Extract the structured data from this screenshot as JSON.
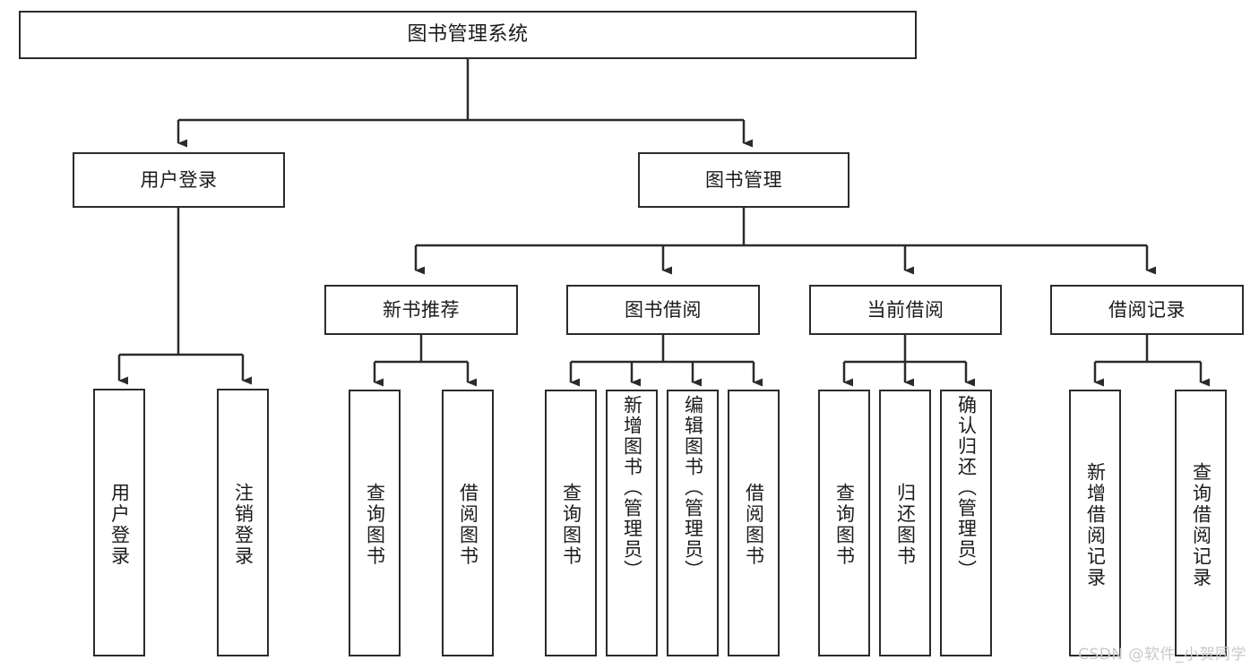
{
  "diagram": {
    "type": "tree-hierarchy",
    "title": "图书管理系统",
    "watermark": "CSDN @软件_小贺同学",
    "colors": {
      "stroke": "#2b2b2b",
      "fill": "#ffffff",
      "text": "#1b1b1b",
      "watermark": "#c9c9c9"
    },
    "nodes": {
      "root": {
        "label": "图书管理系统",
        "level": 1,
        "orientation": "horizontal"
      },
      "level2": [
        {
          "id": "user-login",
          "label": "用户登录",
          "orientation": "horizontal"
        },
        {
          "id": "book-management",
          "label": "图书管理",
          "orientation": "horizontal"
        }
      ],
      "level3": [
        {
          "id": "new-book-recommend",
          "label": "新书推荐",
          "orientation": "horizontal"
        },
        {
          "id": "book-borrow",
          "label": "图书借阅",
          "orientation": "horizontal"
        },
        {
          "id": "current-borrow",
          "label": "当前借阅",
          "orientation": "horizontal"
        },
        {
          "id": "borrow-record",
          "label": "借阅记录",
          "orientation": "horizontal"
        }
      ],
      "leaves": [
        {
          "id": "leaf-user-login",
          "label": "用户登录",
          "parent": "user-login",
          "orientation": "vertical"
        },
        {
          "id": "leaf-user-logout",
          "label": "注销登录",
          "parent": "user-login",
          "orientation": "vertical"
        },
        {
          "id": "leaf-query-book-1",
          "label": "查询图书",
          "parent": "new-book-recommend",
          "orientation": "vertical"
        },
        {
          "id": "leaf-borrow-book-1",
          "label": "借阅图书",
          "parent": "new-book-recommend",
          "orientation": "vertical"
        },
        {
          "id": "leaf-query-book-2",
          "label": "查询图书",
          "parent": "book-borrow",
          "orientation": "vertical"
        },
        {
          "id": "leaf-add-book",
          "label": "新增图书（管理员）",
          "parent": "book-borrow",
          "orientation": "vertical"
        },
        {
          "id": "leaf-edit-book",
          "label": "编辑图书（管理员）",
          "parent": "book-borrow",
          "orientation": "vertical"
        },
        {
          "id": "leaf-borrow-book-2",
          "label": "借阅图书",
          "parent": "book-borrow",
          "orientation": "vertical"
        },
        {
          "id": "leaf-query-book-3",
          "label": "查询图书",
          "parent": "current-borrow",
          "orientation": "vertical"
        },
        {
          "id": "leaf-return-book",
          "label": "归还图书",
          "parent": "current-borrow",
          "orientation": "vertical"
        },
        {
          "id": "leaf-confirm-return",
          "label": "确认归还（管理员）",
          "parent": "current-borrow",
          "orientation": "vertical"
        },
        {
          "id": "leaf-add-record",
          "label": "新增借阅记录",
          "parent": "borrow-record",
          "orientation": "vertical"
        },
        {
          "id": "leaf-query-record",
          "label": "查询借阅记录",
          "parent": "borrow-record",
          "orientation": "vertical"
        }
      ]
    }
  }
}
